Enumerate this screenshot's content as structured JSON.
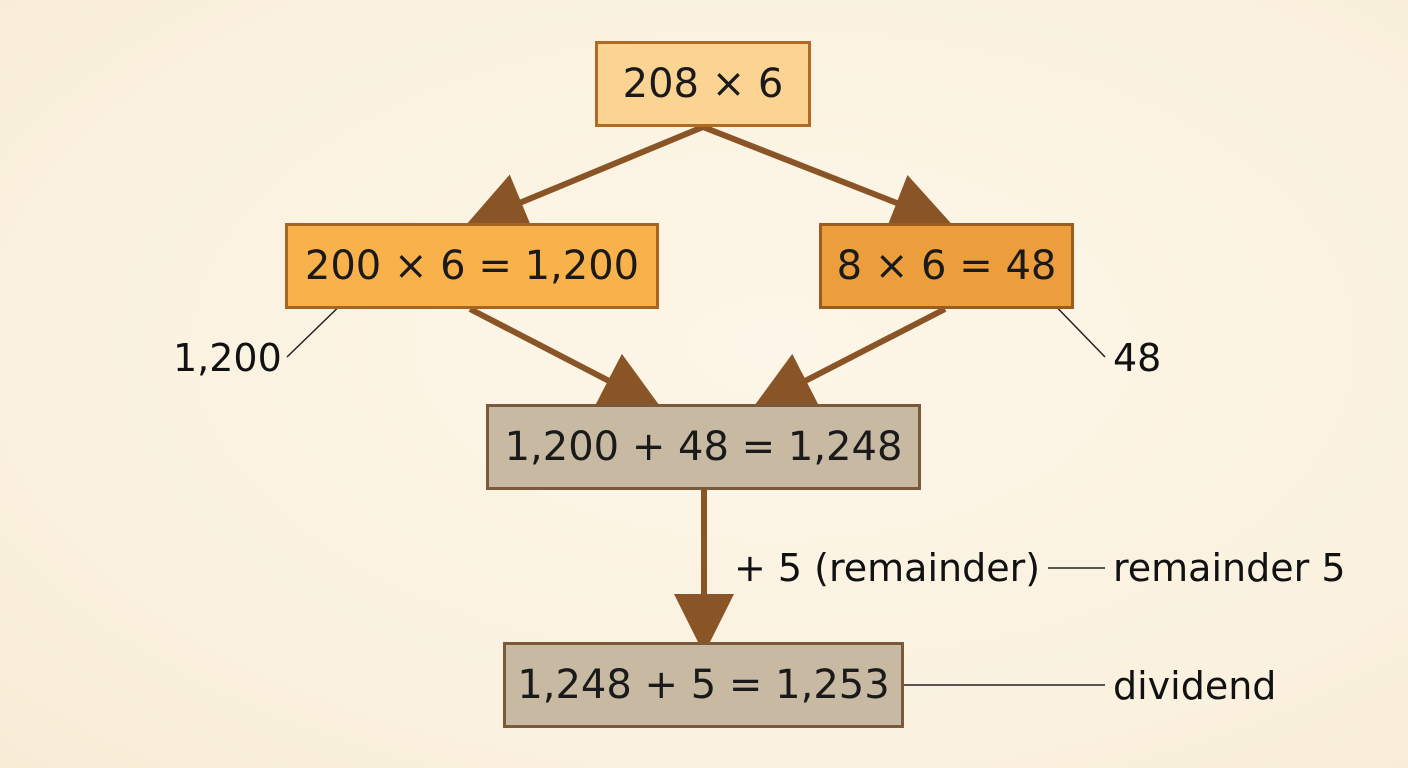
{
  "nodes": {
    "root": "208 × 6",
    "left": "200 × 6 = 1,200",
    "right": "8 × 6 = 48",
    "sum": "1,200 + 48 = 1,248",
    "final": "1,248 + 5 = 1,253"
  },
  "labels": {
    "left_callout": "1,200",
    "right_callout": "48",
    "step": "+ 5 (remainder)",
    "remainder": "remainder 5",
    "dividend": "dividend"
  },
  "colors": {
    "arrow": "#8a5526",
    "leader": "#222222",
    "root_fill": "#fbd494",
    "left_fill": "#f9b14c",
    "right_fill": "#ec9e3c",
    "sum_fill": "#c8b9a2"
  }
}
